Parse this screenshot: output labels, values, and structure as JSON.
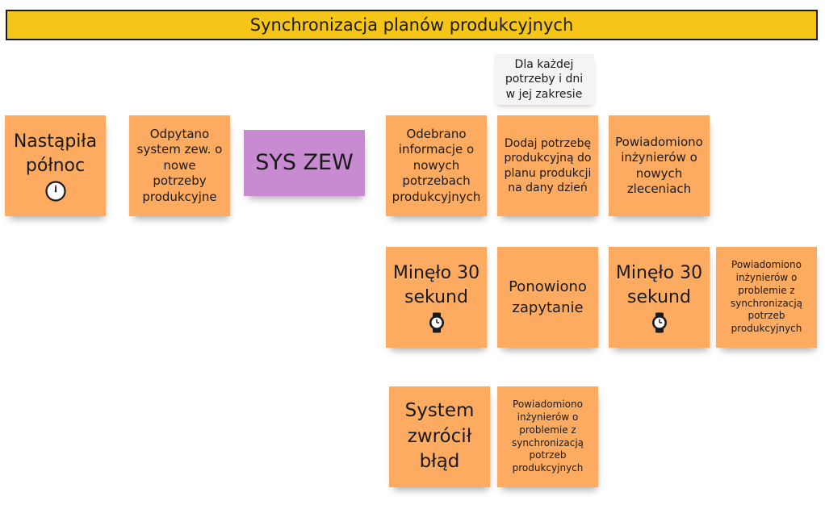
{
  "title": "Synchronizacja planów produkcyjnych",
  "notes": {
    "midnight": "Nastąpiła północ",
    "query_system": "Odpytano system zew. o nowe potrzeby produkcyjne",
    "sys_zew": "SYS ZEW",
    "received_info": "Odebrano informacje o nowych potrzebach produkcyjnych",
    "add_need": "Dodaj potrzebę produkcyjną do planu produkcji na dany dzień",
    "notify_new_orders": "Powiadomiono inżynierów o nowych zleceniach",
    "comment_each_need": "Dla każdej potrzeby i dni w jej zakresie",
    "elapsed_30s_a": "Minęło 30 sekund",
    "retried_query": "Ponowiono zapytanie",
    "elapsed_30s_b": "Minęło 30 sekund",
    "notify_sync_problem_a": "Powiadomiono inżynierów o problemie z synchronizacją potrzeb produkcyjnych",
    "system_error": "System zwrócił błąd",
    "notify_sync_problem_b": "Powiadomiono inżynierów o problemie z synchronizacją potrzeb produkcyjnych"
  },
  "icons": {
    "midnight_clock": "wall-clock-icon",
    "stopwatch": "watch-icon"
  },
  "colors": {
    "banner": "#f5c518",
    "event_note": "#fdab61",
    "external_system_note": "#c88bd1",
    "comment_note": "#f4f4f4"
  }
}
